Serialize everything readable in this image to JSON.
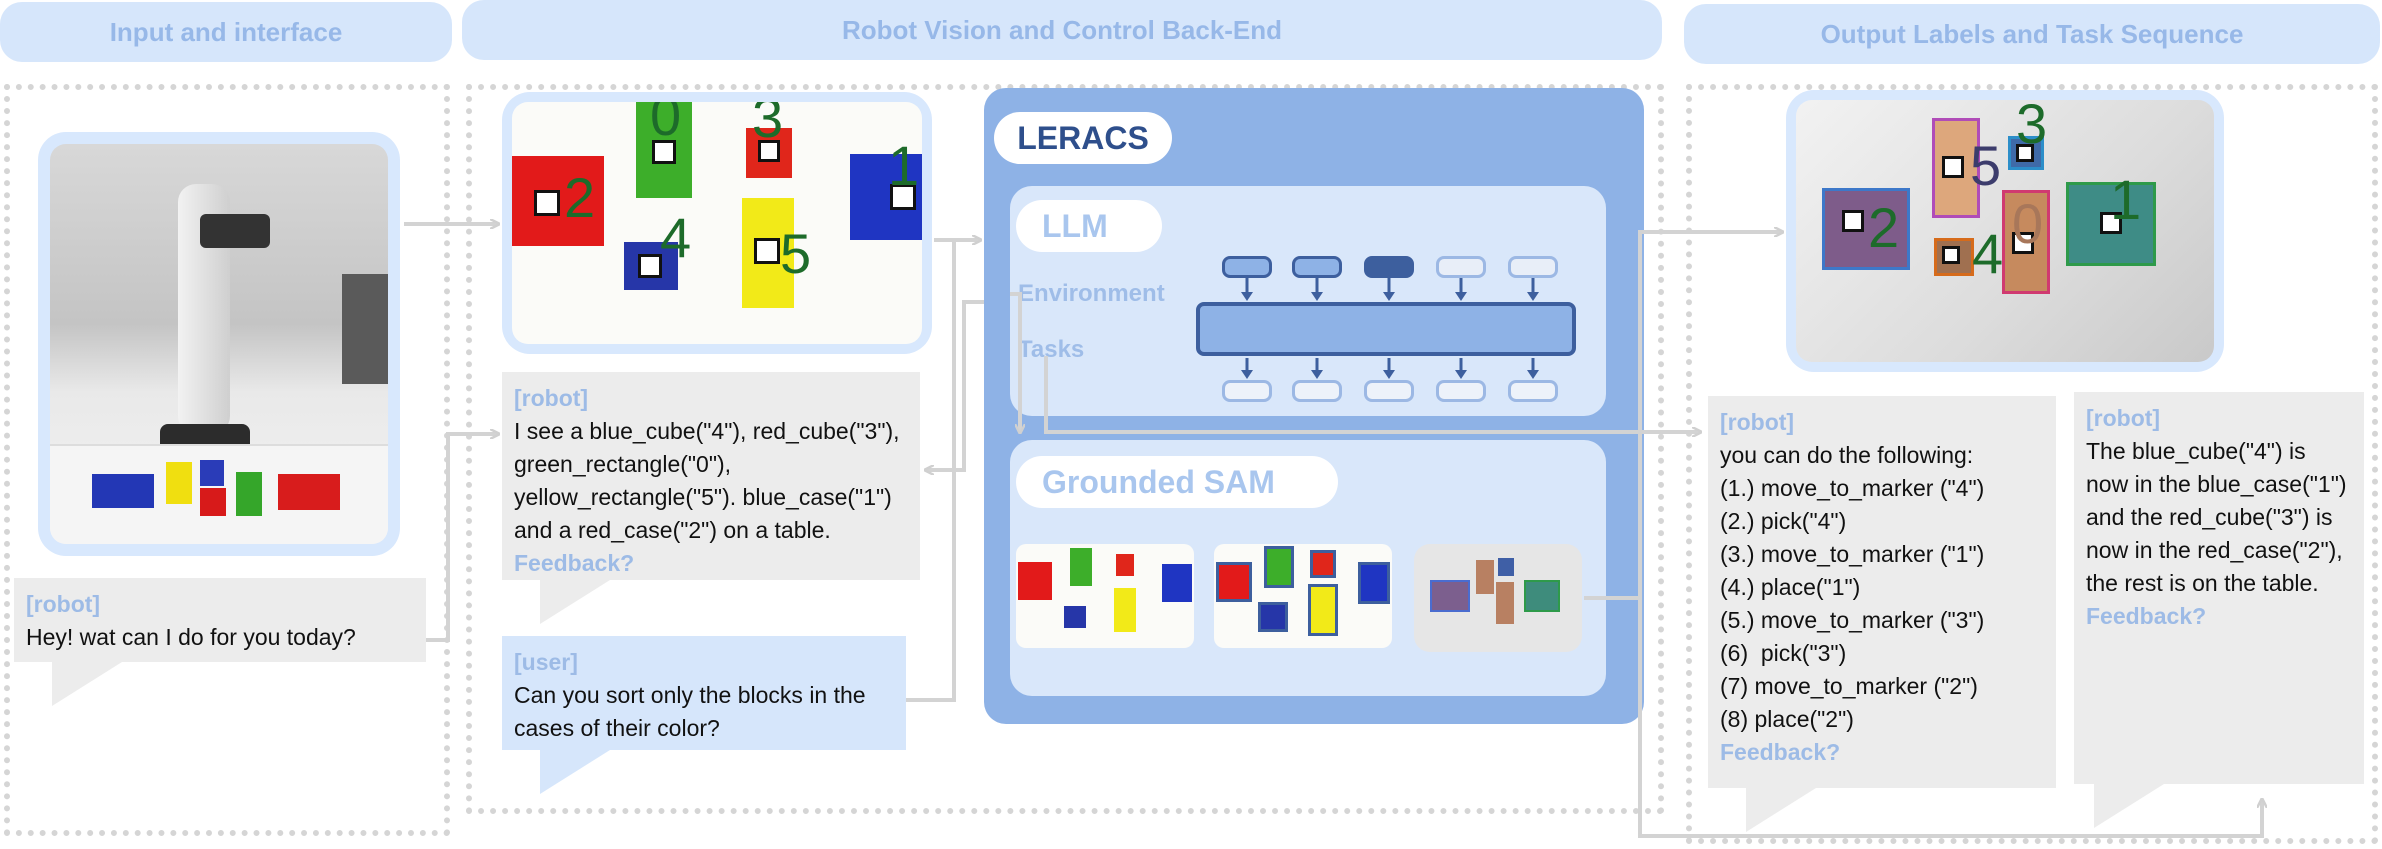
{
  "headers": {
    "input": "Input and interface",
    "backend": "Robot Vision and Control Back-End",
    "output": "Output Labels and Task Sequence"
  },
  "scene_numbers": [
    "0",
    "3",
    "2",
    "1",
    "4",
    "5"
  ],
  "chat": {
    "robot_greeting": {
      "speaker": "[robot]",
      "text": "Hey! wat can I do for you today?"
    },
    "robot_perception": {
      "speaker": "[robot]",
      "text": "I see a blue_cube(\"4\"), red_cube(\"3\"), green_rectangle(\"0\"), yellow_rectangle(\"5\"). blue_case(\"1\") and a red_case(\"2\") on a table.",
      "feedback": "Feedback?"
    },
    "user_request": {
      "speaker": "[user]",
      "text": "Can you sort only the blocks in the cases of their color?"
    },
    "robot_plan": {
      "speaker": "[robot]",
      "intro": "you can do the following:",
      "steps": [
        "(1.) move_to_marker (\"4\")",
        "(2.) pick(\"4\")",
        "(3.) move_to_marker (\"1\")",
        "(4.) place(\"1\")",
        "(5.) move_to_marker (\"3\")",
        "(6)  pick(\"3\")",
        "(7) move_to_marker (\"2\")",
        "(8) place(\"2\")"
      ],
      "feedback": "Feedback?"
    },
    "robot_result": {
      "speaker": "[robot]",
      "text": "The blue_cube(\"4\") is now in the blue_case(\"1\") and the red_cube(\"3\") is now in the red_case(\"2\"), the rest is on the table.",
      "feedback": "Feedback?"
    }
  },
  "leracs": {
    "title": "LERACS",
    "llm": "LLM",
    "environment": "Environment",
    "tasks": "Tasks",
    "grounded_sam": "Grounded SAM"
  },
  "colors": {
    "header_bg": "#d6e6fb",
    "header_text": "#97b8e8",
    "leracs_bg": "#8eb2e6",
    "panel_bg": "#d9e7fa",
    "token_dark": "#3d5f9e",
    "bubble_gray": "#ececec",
    "bubble_blue": "#d6e6fb"
  }
}
